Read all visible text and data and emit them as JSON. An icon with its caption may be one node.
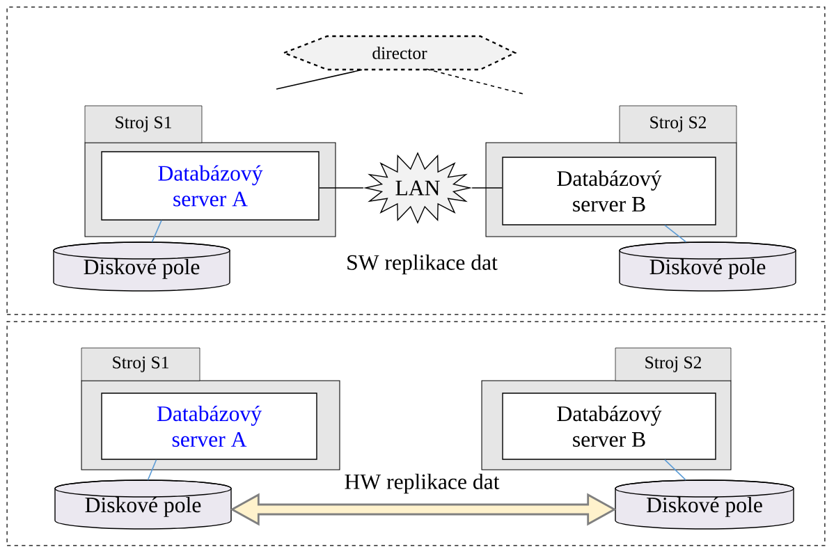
{
  "diagram": {
    "nodes": [
      {
        "text": [],
        "shape": "box"
      },
      {
        "text": [
          "director"
        ],
        "in": 0
      },
      {
        "text": [
          "Stroj S1"
        ],
        "in": 0
      },
      {
        "text": [
          "Databázový server A"
        ],
        "in": 2
      },
      {
        "text": [
          "Diskové pole"
        ],
        "in": 0
      },
      {
        "text": [
          "LAN"
        ],
        "in": 0
      },
      {
        "text": [
          "Stroj S2"
        ],
        "in": 0
      },
      {
        "text": [
          "Databázový server B"
        ],
        "in": 6
      },
      {
        "text": [
          "Diskové pole"
        ],
        "in": 0
      },
      {
        "text": [],
        "shape": "box"
      },
      {
        "text": [
          "Stroj S1"
        ],
        "in": 9
      },
      {
        "text": [
          "Databázový server A"
        ],
        "in": 10
      },
      {
        "text": [
          "Diskové pole"
        ],
        "in": 9
      },
      {
        "text": [
          "Stroj S2"
        ],
        "in": 9
      },
      {
        "text": [
          "Databázový server B"
        ],
        "in": 13
      },
      {
        "text": [
          "Diskové pole"
        ],
        "in": 9
      }
    ],
    "edges": [
      {
        "from": 1,
        "to": null,
        "arrow": "none"
      },
      {
        "from": 1,
        "to": null,
        "arrow": "none",
        "style": "dashed"
      },
      {
        "from": 3,
        "to": 5,
        "arrow": "none"
      },
      {
        "from": 5,
        "to": 7,
        "arrow": "none"
      },
      {
        "from": 3,
        "to": 4,
        "arrow": "none",
        "color": "#5b9bd5"
      },
      {
        "from": 7,
        "to": 8,
        "arrow": "none",
        "color": "#5b9bd5"
      },
      {
        "from": 11,
        "to": 12,
        "arrow": "none",
        "color": "#5b9bd5"
      },
      {
        "from": 14,
        "to": 15,
        "arrow": "none",
        "color": "#5b9bd5"
      },
      {
        "from": 12,
        "to": 15,
        "arrow": "both",
        "style": "thick",
        "color": "#808080",
        "label": "HW replikace dat"
      }
    ],
    "labels": [
      "SW replikace dat"
    ]
  }
}
